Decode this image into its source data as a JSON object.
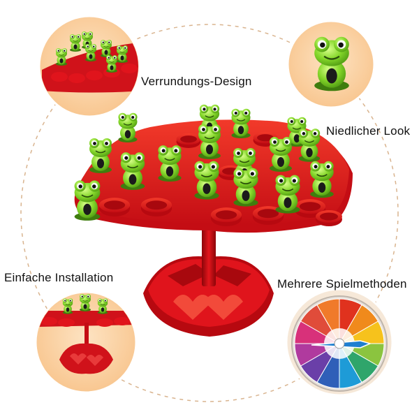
{
  "callouts": [
    {
      "text": "Verrundungs-Design"
    },
    {
      "text": "Niedlicher Look"
    },
    {
      "text": "Einfache Installation"
    },
    {
      "text": "Mehrere Spielmethoden"
    }
  ],
  "colors": {
    "board_red": "#e0141c",
    "board_dark_red": "#a8080e",
    "frog_green": "#7ed321",
    "frog_light": "#c8f07a",
    "circle_bg": "#fbd3a4",
    "dashed_ring": "#d9b48f"
  },
  "icons": [
    "frog-figure-icon",
    "heart-icon",
    "spinner-wheel-icon"
  ]
}
